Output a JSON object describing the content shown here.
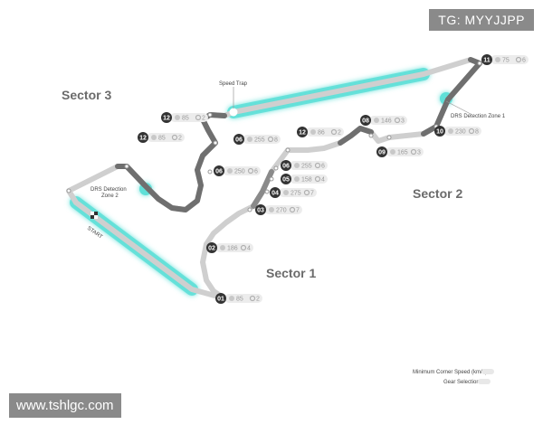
{
  "watermarks": {
    "top_right": "TG: MYYJJPP",
    "bottom_left": "www.tshlgc.com"
  },
  "sectors": {
    "s1": "Sector 1",
    "s2": "Sector 2",
    "s3": "Sector 3"
  },
  "labels": {
    "speed_trap": "Speed Trap",
    "drs1": "DRS Detection Zone 1",
    "drs2_line1": "DRS Detection",
    "drs2_line2": "Zone 2",
    "start": "START"
  },
  "legend": {
    "min_speed": "Minimum Corner Speed (km/h)",
    "gear": "Gear Selection"
  },
  "corners": [
    {
      "num": "01",
      "speed": "85",
      "gear": "2"
    },
    {
      "num": "02",
      "speed": "186",
      "gear": "4"
    },
    {
      "num": "03",
      "speed": "270",
      "gear": "7"
    },
    {
      "num": "04",
      "speed": "275",
      "gear": "7"
    },
    {
      "num": "05",
      "speed": "158",
      "gear": "4"
    },
    {
      "num": "06",
      "speed": "255",
      "gear": "6"
    },
    {
      "num": "06",
      "speed": "250",
      "gear": "6"
    },
    {
      "num": "06",
      "speed": "255",
      "gear": "8"
    },
    {
      "num": "12",
      "speed": "85",
      "gear": "2"
    },
    {
      "num": "12",
      "speed": "85",
      "gear": "2"
    },
    {
      "num": "12",
      "speed": "86",
      "gear": "2"
    },
    {
      "num": "08",
      "speed": "146",
      "gear": "3"
    },
    {
      "num": "09",
      "speed": "165",
      "gear": "3"
    },
    {
      "num": "10",
      "speed": "230",
      "gear": "8"
    },
    {
      "num": "11",
      "speed": "75",
      "gear": "6"
    }
  ]
}
